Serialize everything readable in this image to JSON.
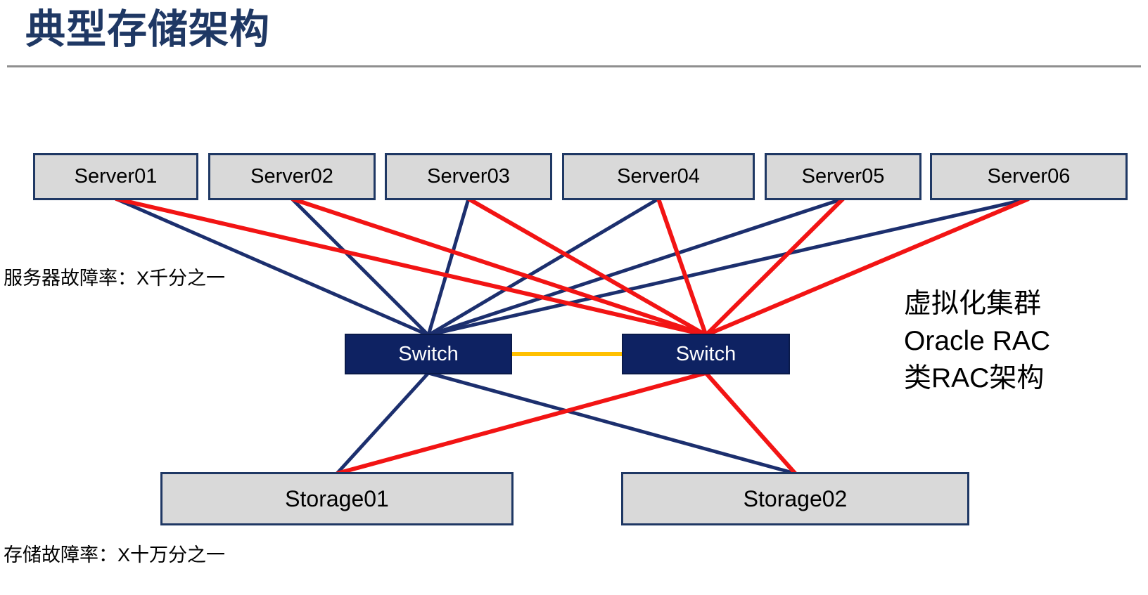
{
  "slide": {
    "title": "典型存储架构",
    "annotations": {
      "server_fault": "服务器故障率：X千分之一",
      "storage_fault": "存储故障率：X十万分之一",
      "cluster_note_lines": [
        "虚拟化集群",
        "Oracle RAC",
        "类RAC架构"
      ]
    },
    "colors": {
      "title_navy": "#1F3864",
      "box_fill_gray": "#D9D9D9",
      "box_border_navy": "#1F3864",
      "switch_fill_navy": "#0E2262",
      "line_navy": "#1C2F6E",
      "line_red": "#F21414",
      "interswitch_yellow": "#FFC000"
    },
    "nodes": {
      "servers": [
        {
          "id": "server01",
          "label": "Server01"
        },
        {
          "id": "server02",
          "label": "Server02"
        },
        {
          "id": "server03",
          "label": "Server03"
        },
        {
          "id": "server04",
          "label": "Server04"
        },
        {
          "id": "server05",
          "label": "Server05"
        },
        {
          "id": "server06",
          "label": "Server06"
        }
      ],
      "switches": [
        {
          "id": "switch1",
          "label": "Switch"
        },
        {
          "id": "switch2",
          "label": "Switch"
        }
      ],
      "storages": [
        {
          "id": "storage01",
          "label": "Storage01"
        },
        {
          "id": "storage02",
          "label": "Storage02"
        }
      ]
    },
    "links": [
      {
        "from": "server01",
        "to": "switch1",
        "color": "line_navy"
      },
      {
        "from": "server02",
        "to": "switch1",
        "color": "line_navy"
      },
      {
        "from": "server03",
        "to": "switch1",
        "color": "line_navy"
      },
      {
        "from": "server04",
        "to": "switch1",
        "color": "line_navy"
      },
      {
        "from": "server05",
        "to": "switch1",
        "color": "line_navy"
      },
      {
        "from": "server06",
        "to": "switch1",
        "color": "line_navy"
      },
      {
        "from": "switch1",
        "to": "storage01",
        "color": "line_navy"
      },
      {
        "from": "switch1",
        "to": "storage02",
        "color": "line_navy"
      },
      {
        "from": "server01",
        "to": "switch2",
        "color": "line_red"
      },
      {
        "from": "server02",
        "to": "switch2",
        "color": "line_red"
      },
      {
        "from": "server03",
        "to": "switch2",
        "color": "line_red"
      },
      {
        "from": "server04",
        "to": "switch2",
        "color": "line_red"
      },
      {
        "from": "server05",
        "to": "switch2",
        "color": "line_red"
      },
      {
        "from": "server06",
        "to": "switch2",
        "color": "line_red"
      },
      {
        "from": "switch2",
        "to": "storage01",
        "color": "line_red"
      },
      {
        "from": "switch2",
        "to": "storage02",
        "color": "line_red"
      },
      {
        "from": "switch1",
        "to": "switch2",
        "color": "interswitch_yellow",
        "type": "side"
      }
    ]
  }
}
